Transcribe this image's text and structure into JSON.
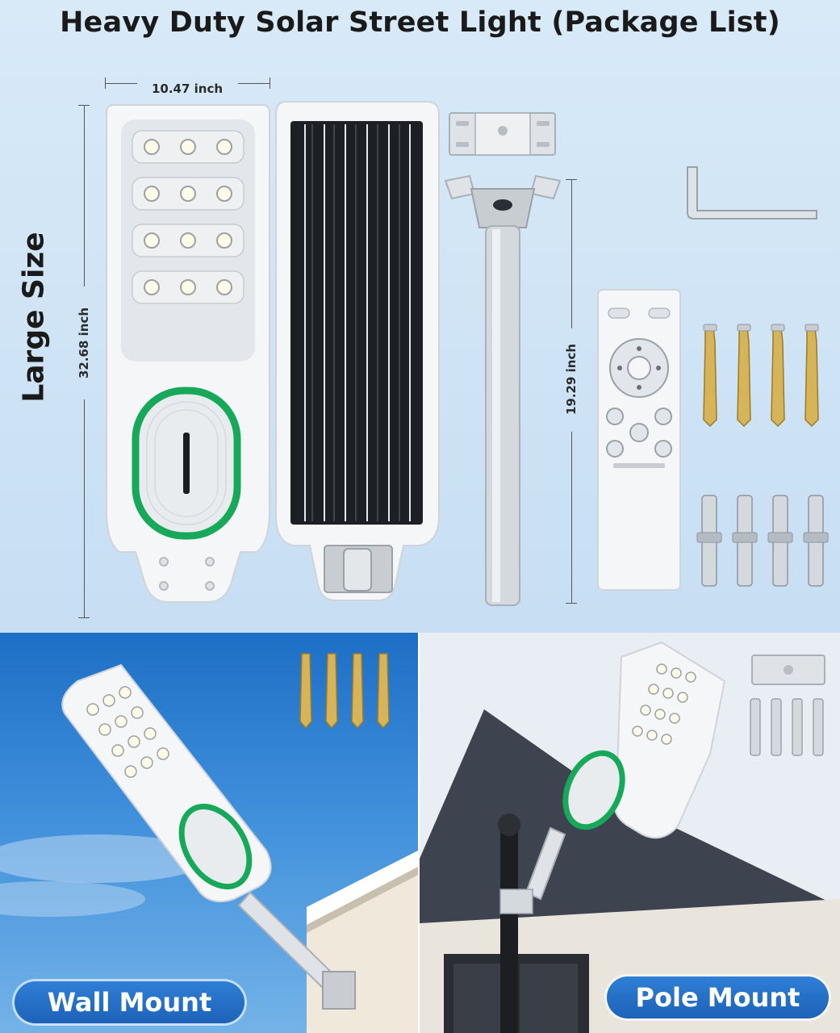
{
  "header": {
    "title": "Heavy Duty Solar Street Light (Package List)",
    "side_label": "Large Size"
  },
  "dimensions": {
    "width": "10.47 inch",
    "height": "32.68 inch",
    "pole_length": "19.29 inch"
  },
  "package_items": {
    "lamp_front_icon": "led-lamp-icon",
    "lamp_back_icon": "solar-panel-icon",
    "mount_icon": "mounting-bracket-icon",
    "pole_icon": "pole-arm-icon",
    "wrench_icon": "hex-key-icon",
    "remote_icon": "remote-control-icon",
    "bolts_icon": "expansion-bolt-icon",
    "screws_icon": "screw-icon"
  },
  "mount_labels": {
    "wall": "Wall Mount",
    "pole": "Pole Mount"
  },
  "colors": {
    "accent_green": "#17a85a",
    "badge_blue": "#1d62b8",
    "panel_bg": "#cfe3f6"
  }
}
